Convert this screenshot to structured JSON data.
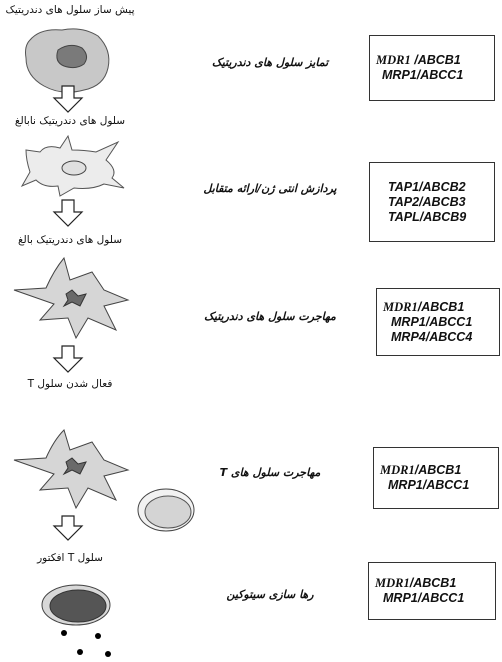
{
  "stages": [
    "پیش ساز سلول های دندریتیک",
    "سلول های دندریتیک نابالغ",
    "سلول های دندریتیک بالغ",
    "فعال شدن سلول T",
    "سلول T افکتور"
  ],
  "processes": [
    "تمایز سلول های دندریتیک",
    "پردازش انتی ژن/ارائه متقابل",
    "مهاجرت سلول های دندریتیک",
    "مهاجرت سلول های T",
    "رها سازی سیتوکین"
  ],
  "boxes": [
    [
      {
        "name": "MDR1",
        "sep": " /",
        "abc": "ABCB1"
      },
      {
        "name": "MRP1",
        "sep": "/",
        "abc": "ABCC1"
      }
    ],
    [
      {
        "name": "TAP1",
        "sep": "/",
        "abc": "ABCB2"
      },
      {
        "name": "TAP2",
        "sep": "/",
        "abc": "ABCB3"
      },
      {
        "name": "TAPL",
        "sep": "/",
        "abc": "ABCB9"
      }
    ],
    [
      {
        "name": "MDR1",
        "sep": "/",
        "abc": "ABCB1"
      },
      {
        "name": "MRP1",
        "sep": "/",
        "abc": "ABCC1"
      },
      {
        "name": "MRP4",
        "sep": "/",
        "abc": "ABCC4"
      }
    ],
    [
      {
        "name": "MDR1",
        "sep": "/",
        "abc": "ABCB1"
      },
      {
        "name": "MRP1",
        "sep": "/",
        "abc": "ABCC1"
      }
    ],
    [
      {
        "name": "MDR1",
        "sep": "/",
        "abc": "ABCB1"
      },
      {
        "name": "MRP1",
        "sep": "/",
        "abc": "ABCC1"
      }
    ]
  ]
}
